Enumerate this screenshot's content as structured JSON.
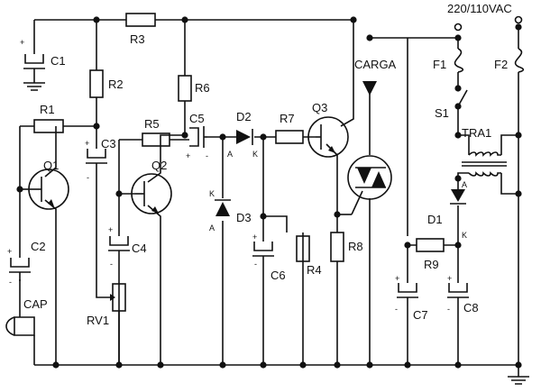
{
  "labels": {
    "supply": "220/110VAC",
    "carga": "CARGA",
    "c1": "C1",
    "c2": "C2",
    "c3": "C3",
    "c4": "C4",
    "c5": "C5",
    "c6": "C6",
    "c7": "C7",
    "c8": "C8",
    "r1": "R1",
    "r2": "R2",
    "r3": "R3",
    "r4": "R4",
    "r5": "R5",
    "r6": "R6",
    "r7": "R7",
    "r8": "R8",
    "r9": "R9",
    "q1": "Q1",
    "q2": "Q2",
    "q3": "Q3",
    "d1": "D1",
    "d2": "D2",
    "d3": "D3",
    "f1": "F1",
    "f2": "F2",
    "s1": "S1",
    "tra1": "TRA1",
    "rv1": "RV1",
    "cap": "CAP"
  },
  "marks": {
    "plus": "+",
    "minus": "-",
    "anode": "A",
    "cathode": "K"
  }
}
